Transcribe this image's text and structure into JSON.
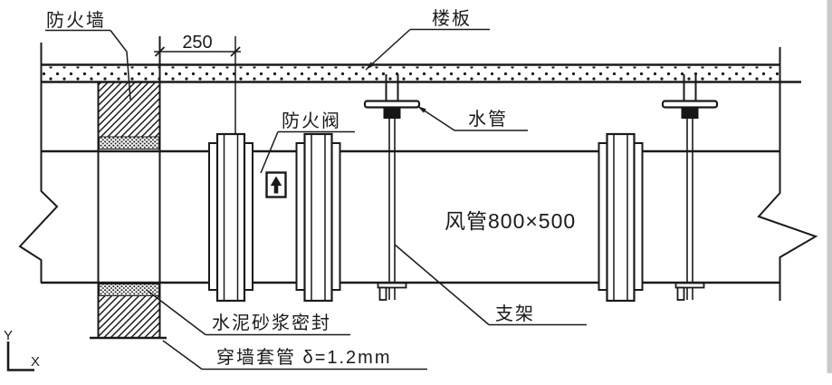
{
  "drawing": {
    "labels": {
      "firewall": "防火墙",
      "floor_slab": "楼板",
      "water_pipe": "水管",
      "fire_damper": "防火阀",
      "duct_size": "风管800×500",
      "bracket": "支架",
      "mortar_seal": "水泥砂浆密封",
      "wall_sleeve": "穿墙套管  δ=1.2mm"
    },
    "dimension": {
      "value": "250"
    },
    "axis": {
      "x": "X",
      "y": "Y"
    },
    "icons": {
      "damper_arrow": "up-arrow-icon"
    },
    "colors": {
      "line": "#1a1a1a",
      "background": "#ffffff",
      "edge_strip": "#c9c9c9"
    }
  }
}
